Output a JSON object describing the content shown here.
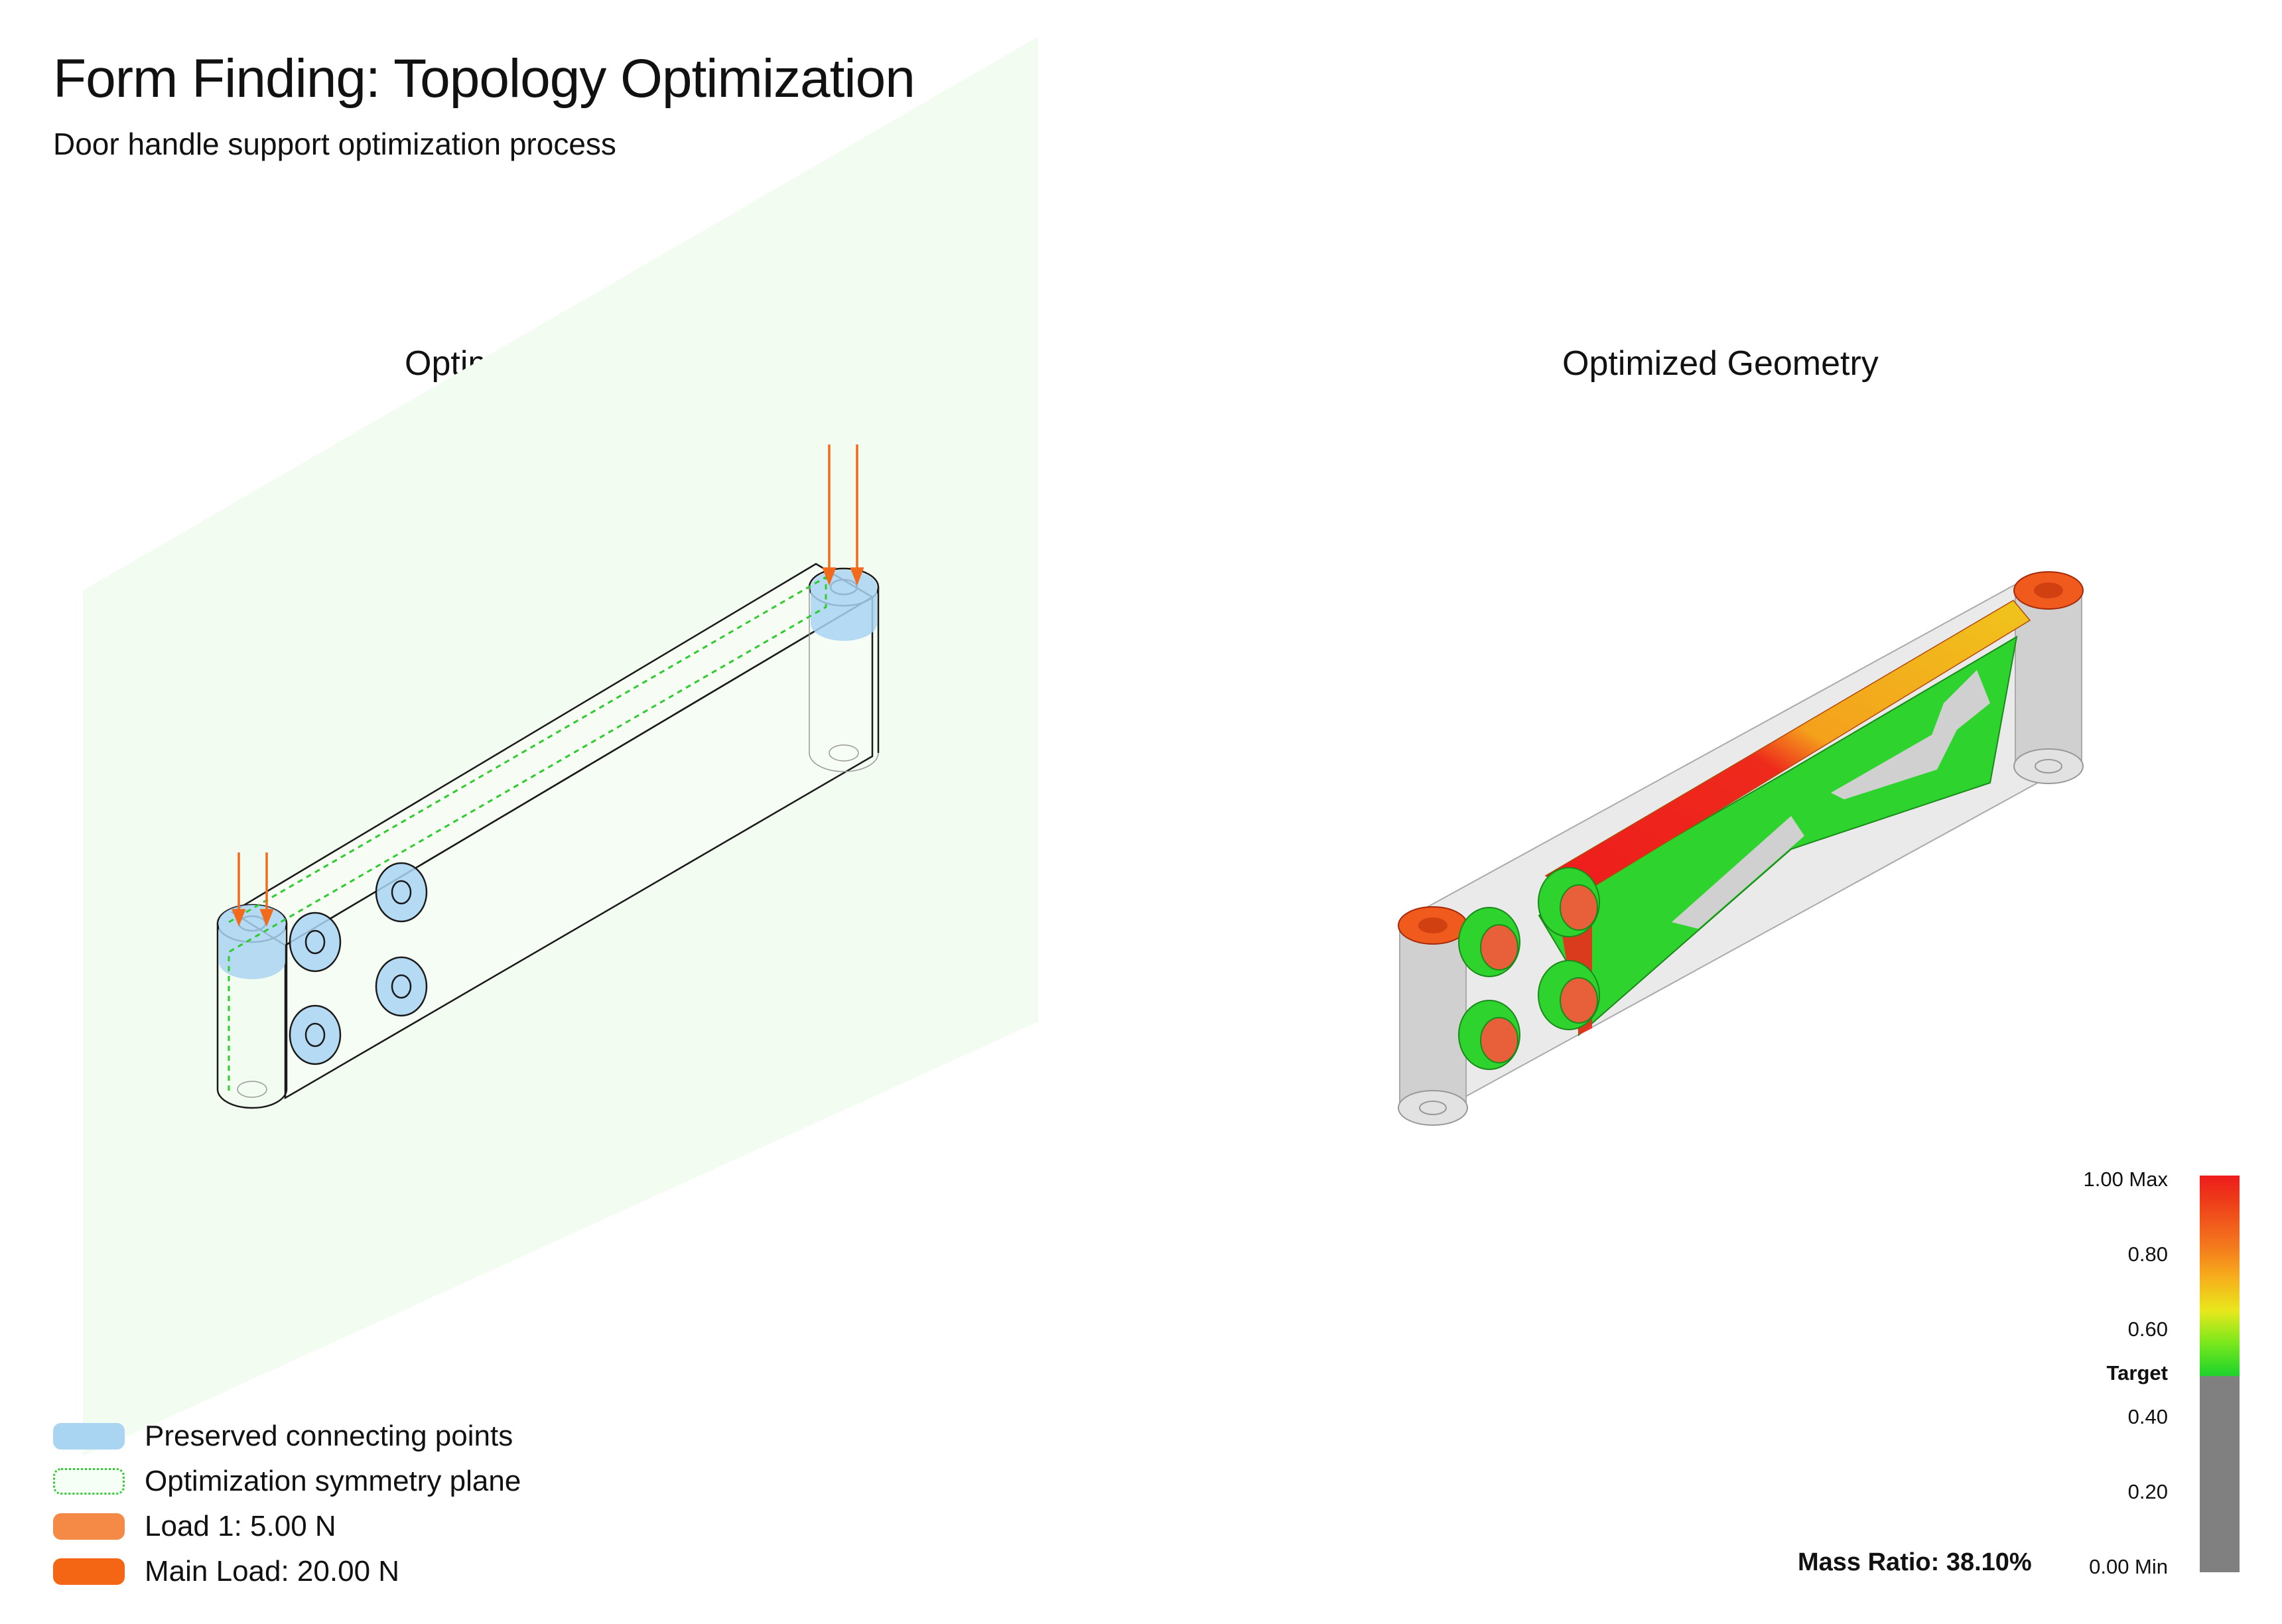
{
  "title": "Form Finding: Topology Optimization",
  "subtitle": "Door handle support optimization process",
  "panels": {
    "setup_title": "Optimization Setup",
    "optimized_title": "Optimized Geometry"
  },
  "legend": [
    {
      "label": "Preserved connecting points",
      "color": "#a9d4f2",
      "style": "fill"
    },
    {
      "label": "Optimization symmetry plane",
      "color": "#2ecc2e",
      "style": "dotted-outline"
    },
    {
      "label": "Load 1: 5.00 N",
      "color": "#f58a47",
      "style": "fill"
    },
    {
      "label": "Main Load: 20.00 N",
      "color": "#f56614",
      "style": "fill"
    }
  ],
  "color_scale": {
    "labels": [
      "1.00 Max",
      "0.80",
      "0.60",
      "Target",
      "0.40",
      "0.20",
      "0.00 Min"
    ],
    "target_value": 0.5,
    "colors": {
      "max": "#ee1c1c",
      "mid": "#e8e81c",
      "target": "#22d42a",
      "below_target": "#808080"
    }
  },
  "mass_ratio": "Mass Ratio: 38.10%",
  "colors": {
    "symmetry_plane": "#f3fcf0",
    "preserved": "#a9d4f2",
    "load": "#f26a1b",
    "outline": "#1a1a1a",
    "ghost_body": "#d6d6d6"
  }
}
